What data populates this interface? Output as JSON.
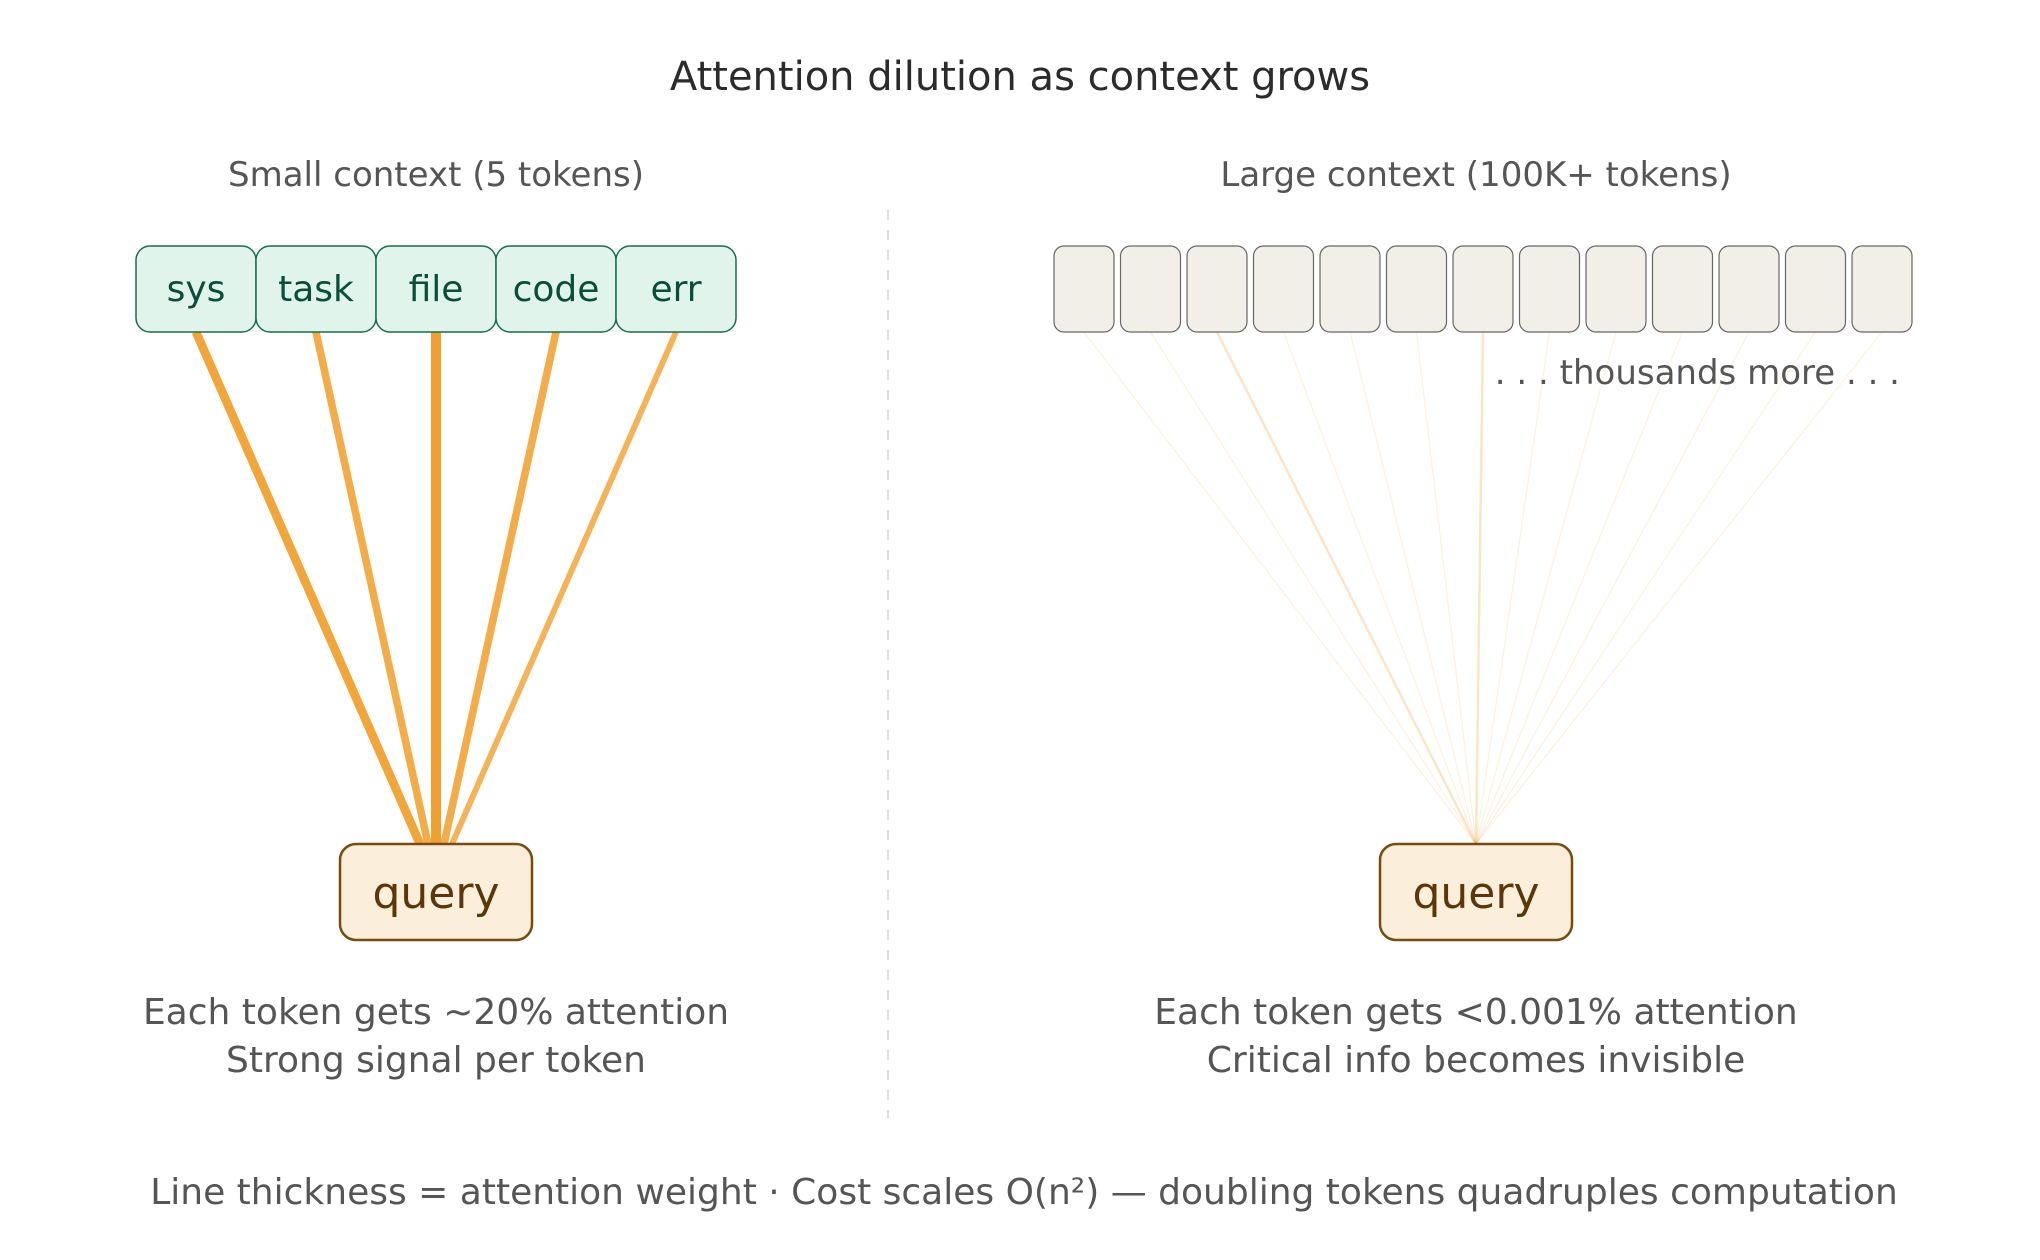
{
  "title": "Attention dilution as context grows",
  "colors": {
    "attention": "#f0a030",
    "token_fill": "#e1f4ec",
    "token_stroke": "#1a6b52",
    "blank_token_fill": "#f1efe8",
    "blank_token_stroke": "#666666",
    "query_fill": "#fbeedb",
    "query_stroke": "#7a4a12",
    "divider": "#dddddd"
  },
  "left": {
    "title": "Small context (5 tokens)",
    "tokens": [
      {
        "label": "sys",
        "weight": 0.22
      },
      {
        "label": "task",
        "weight": 0.19
      },
      {
        "label": "file",
        "weight": 0.25
      },
      {
        "label": "code",
        "weight": 0.19
      },
      {
        "label": "err",
        "weight": 0.15
      }
    ],
    "query_label": "query",
    "caption_line1": "Each token gets ~20% attention",
    "caption_line2": "Strong signal per token"
  },
  "right": {
    "title": "Large context (100K+ tokens)",
    "token_count": 13,
    "more_label": ". . . thousands more . . .",
    "query_label": "query",
    "caption_line1": "Each token gets <0.001% attention",
    "caption_line2": "Critical info becomes invisible"
  },
  "footer": "Line thickness = attention weight · Cost scales O(n²) — doubling tokens quadruples computation"
}
